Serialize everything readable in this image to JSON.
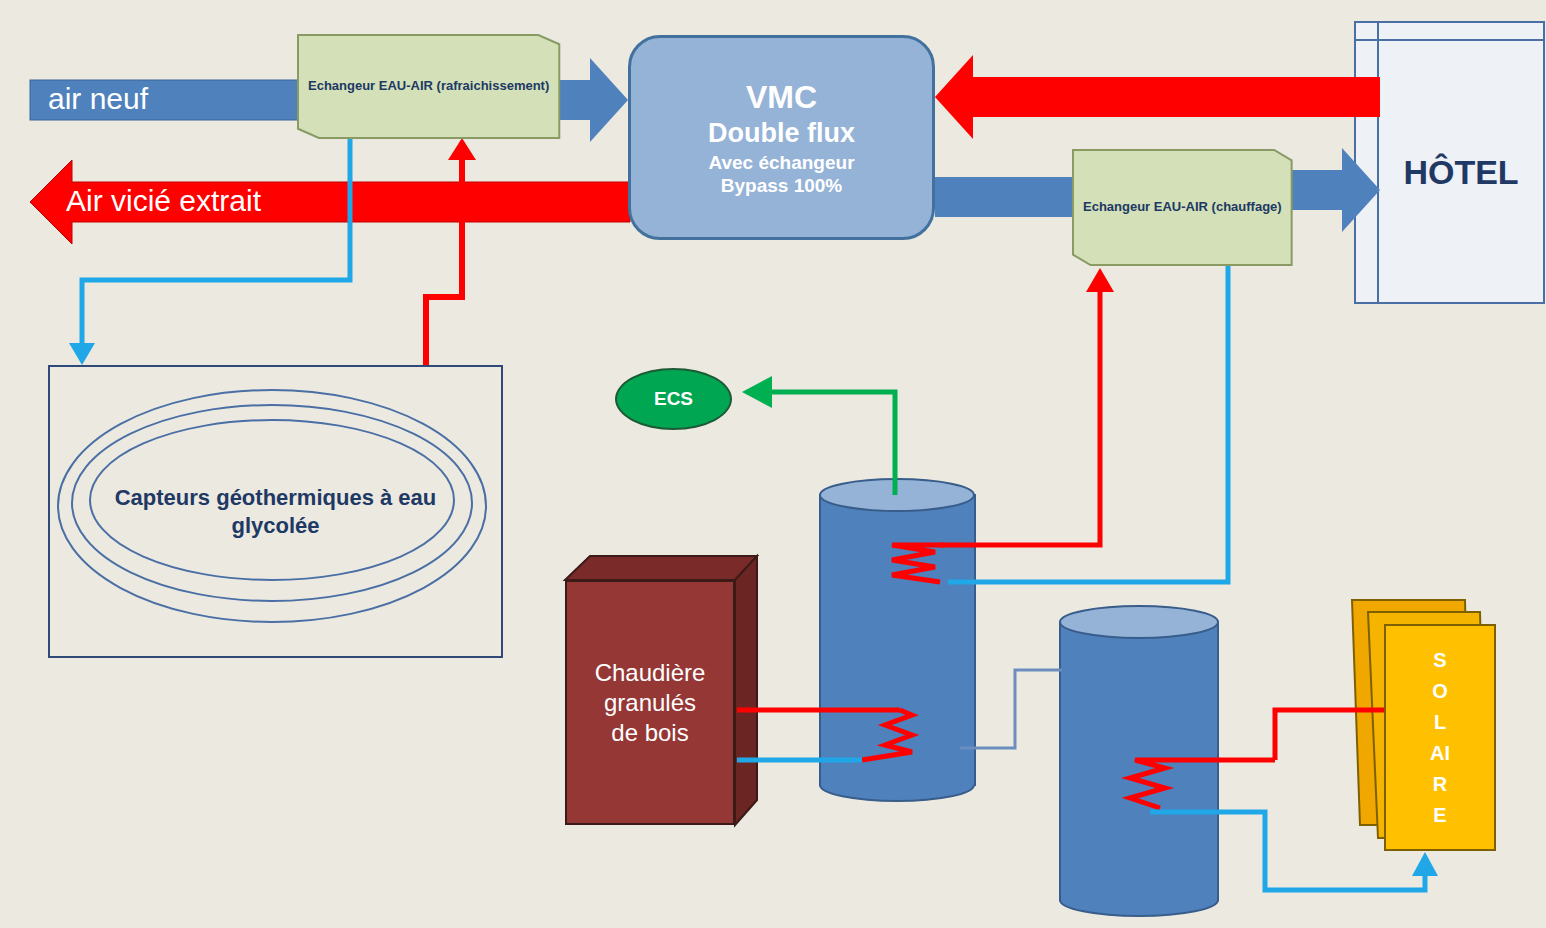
{
  "diagram": {
    "nodes": [
      {
        "text": [
          "Echangeur EAU-AIR (rafraichissement)"
        ]
      },
      {
        "text": [
          "VMC",
          "Double flux",
          "Avec échangeur Bypass 100%"
        ]
      },
      {
        "text": [
          "HÔTEL"
        ]
      },
      {
        "text": [
          "Echangeur EAU-AIR (chauffage)"
        ]
      },
      {
        "text": [
          "Capteurs géothermiques à eau glycolée"
        ]
      },
      {
        "text": [
          "ECS"
        ]
      },
      {
        "text": [
          "Chaudière granulés de bois"
        ]
      },
      {
        "text": [
          "SOLAIRE"
        ]
      }
    ],
    "edges": [
      {
        "from": 0,
        "to": 1,
        "arrow": "to"
      },
      {
        "from": 2,
        "to": 1,
        "arrow": "to"
      },
      {
        "from": 1,
        "to": 3,
        "arrow": "none"
      },
      {
        "from": 3,
        "to": 2,
        "arrow": "to"
      },
      {
        "from": 0,
        "to": 4,
        "arrow": "to"
      },
      {
        "from": 4,
        "to": 0,
        "arrow": "to"
      }
    ],
    "labels": [
      "air neuf",
      "Air vicié extrait"
    ]
  }
}
